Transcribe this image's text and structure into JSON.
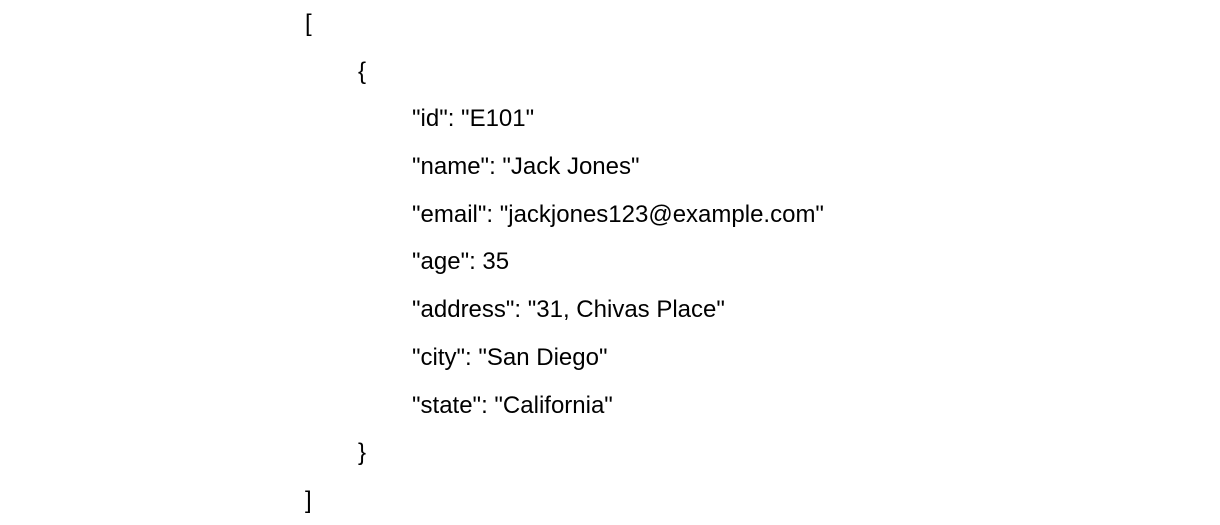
{
  "colors": {
    "background": "#ffffff",
    "text": "#000000"
  },
  "document": {
    "type": "json-text-view",
    "lines": [
      {
        "indent": 0,
        "text": "["
      },
      {
        "indent": 1,
        "text": "{"
      },
      {
        "indent": 2,
        "text": "\"id\": \"E101\""
      },
      {
        "indent": 2,
        "text": "\"name\": \"Jack Jones\""
      },
      {
        "indent": 2,
        "text": "\"email\": \"jackjones123@example.com\""
      },
      {
        "indent": 2,
        "text": "\"age\": 35"
      },
      {
        "indent": 2,
        "text": "\"address\": \"31, Chivas Place\""
      },
      {
        "indent": 2,
        "text": "\"city\": \"San Diego\""
      },
      {
        "indent": 2,
        "text": "\"state\": \"California\""
      },
      {
        "indent": 1,
        "text": "}"
      },
      {
        "indent": 0,
        "text": "]"
      }
    ],
    "record": {
      "id": "E101",
      "name": "Jack Jones",
      "email": "jackjones123@example.com",
      "age": 35,
      "address": "31, Chivas Place",
      "city": "San Diego",
      "state": "California"
    }
  }
}
